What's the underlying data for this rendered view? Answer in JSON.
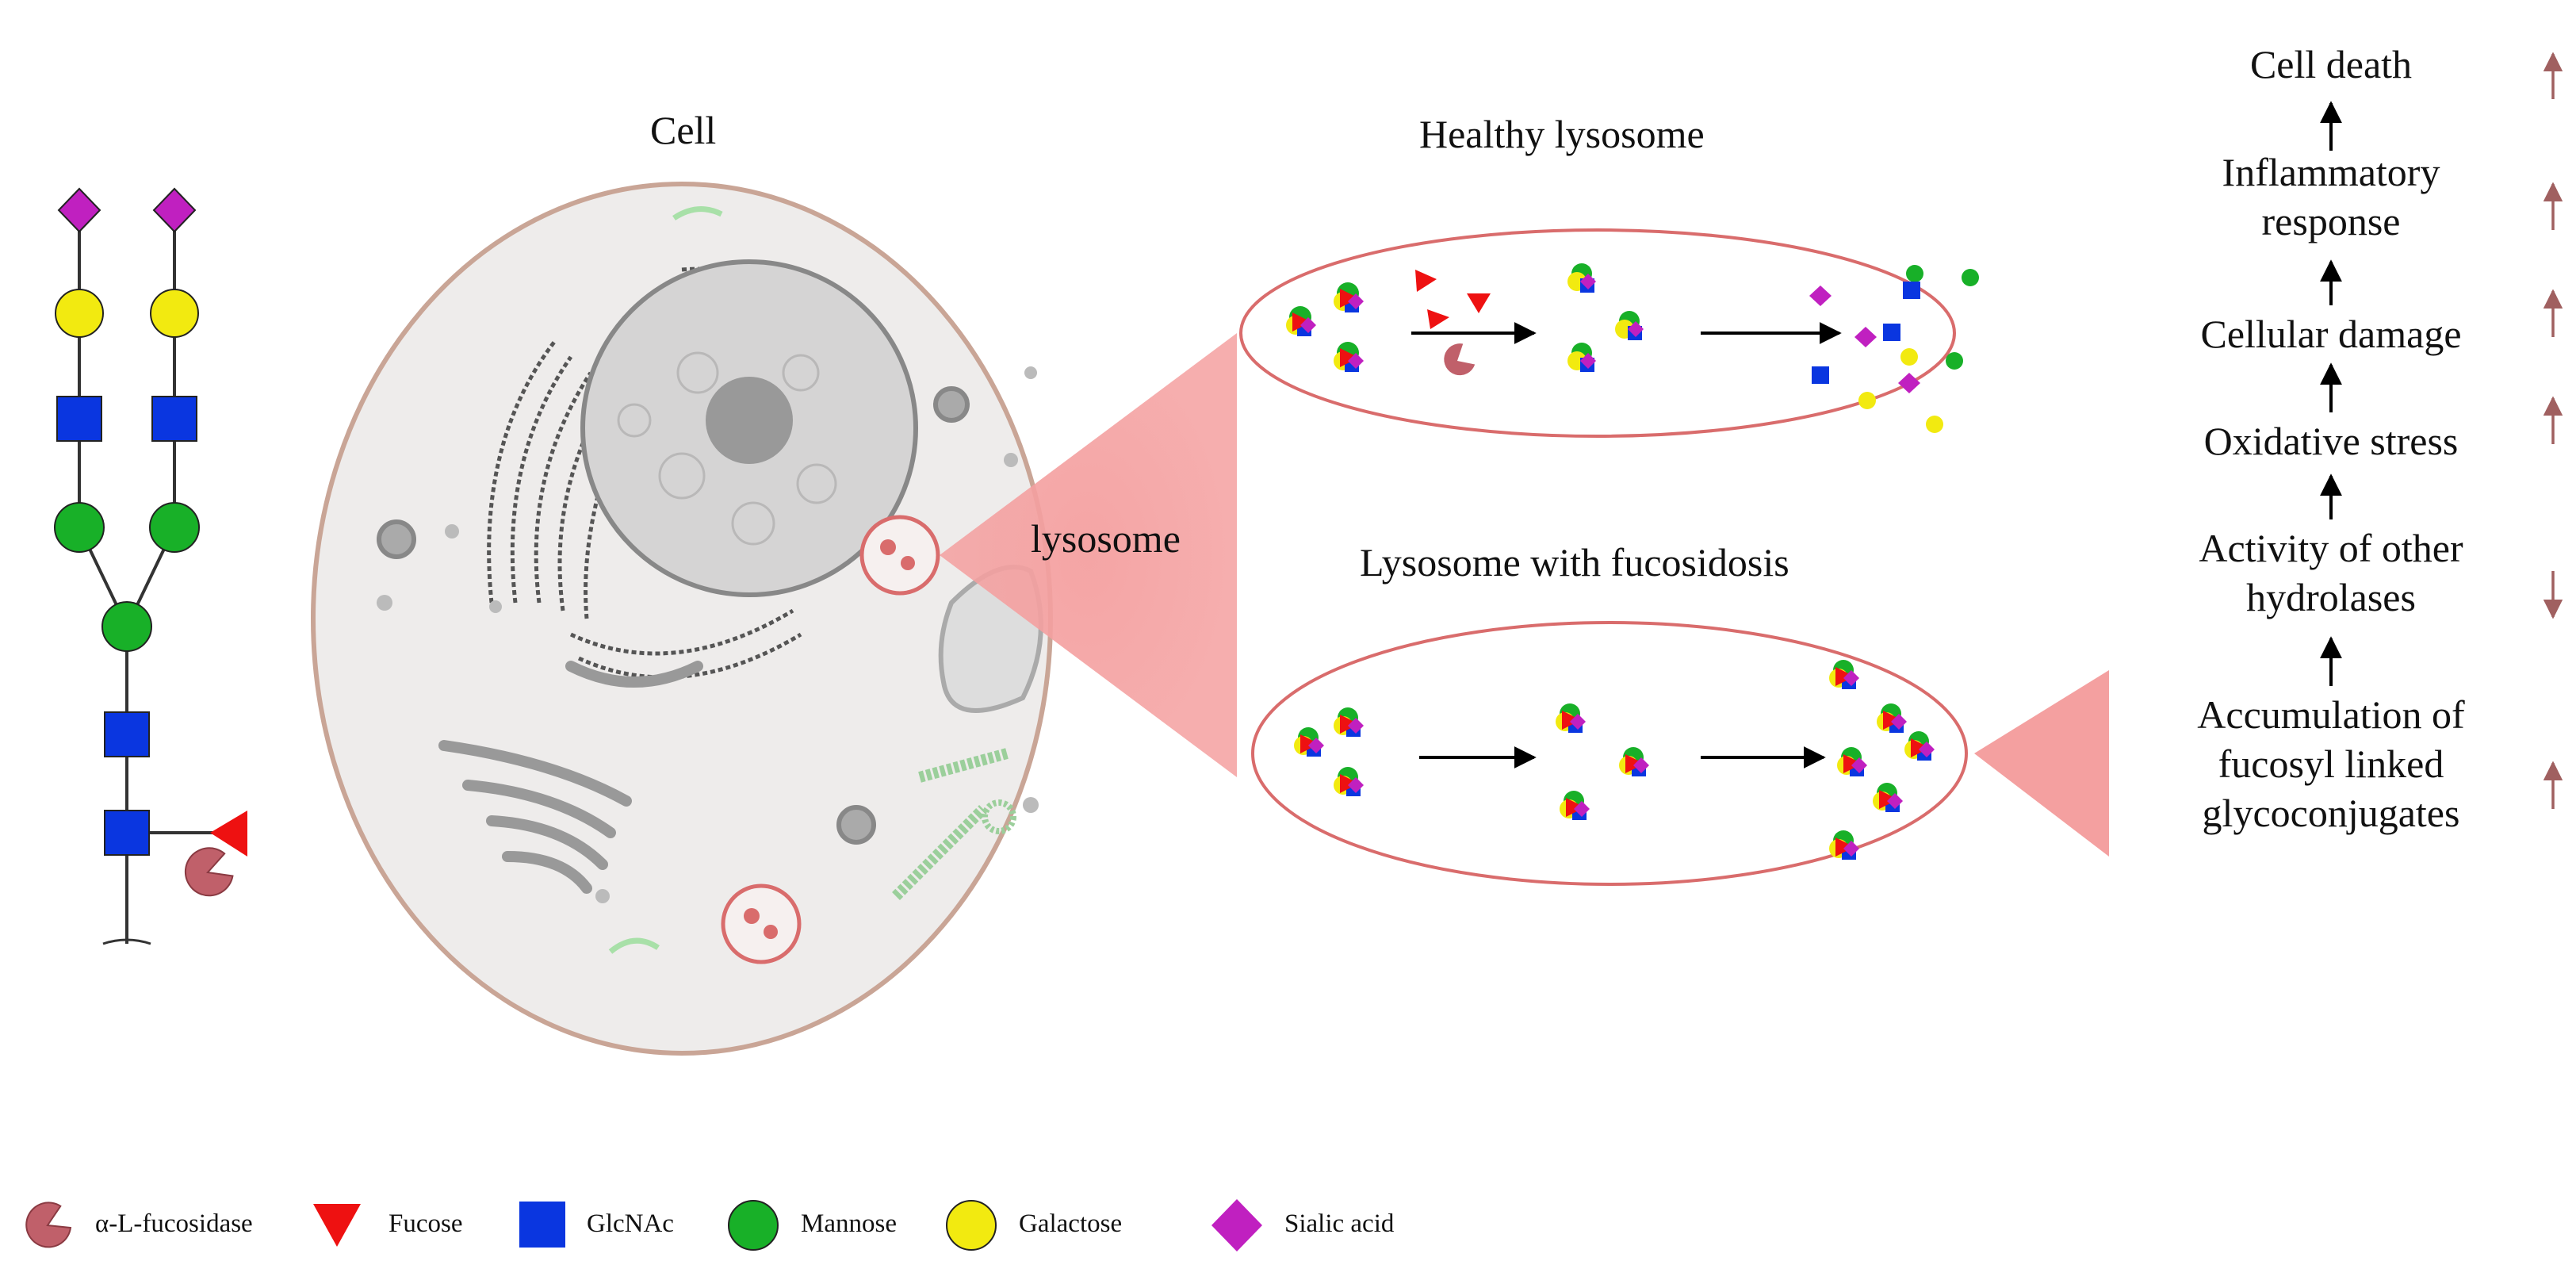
{
  "labels": {
    "cell": "Cell",
    "healthy_lysosome": "Healthy lysosome",
    "lysosome": "lysosome",
    "lysosome_fucosidosis": "Lysosome with fucosidosis"
  },
  "cascade": [
    {
      "text": "Cell death",
      "trend": "up"
    },
    {
      "text": "Inflammatory response",
      "trend": "up"
    },
    {
      "text": "Cellular damage",
      "trend": "up"
    },
    {
      "text": "Oxidative stress",
      "trend": "up"
    },
    {
      "text": "Activity of other hydrolases",
      "trend": "down"
    },
    {
      "text": "Accumulation of fucosyl linked glycoconjugates",
      "trend": "up"
    }
  ],
  "legend": [
    {
      "label": "α-L-fucosidase",
      "icon": "fucosidase-pacman-icon",
      "color": "#c0606a"
    },
    {
      "label": "Fucose",
      "icon": "fucose-triangle-icon",
      "color": "#ee1111"
    },
    {
      "label": "GlcNAc",
      "icon": "glcnac-square-icon",
      "color": "#0a36e0"
    },
    {
      "label": "Mannose",
      "icon": "mannose-circle-icon",
      "color": "#18b028"
    },
    {
      "label": "Galactose",
      "icon": "galactose-circle-icon",
      "color": "#f2ea10"
    },
    {
      "label": "Sialic acid",
      "icon": "sialic-acid-diamond-icon",
      "color": "#c020c0"
    }
  ],
  "colors": {
    "lysosome_outline": "#d96c6c",
    "zoom_wedge": "#f4a0a0",
    "trend_arrow": "#a06060",
    "cell_fill": "#eeeceb",
    "cell_outline": "#c9a596"
  }
}
